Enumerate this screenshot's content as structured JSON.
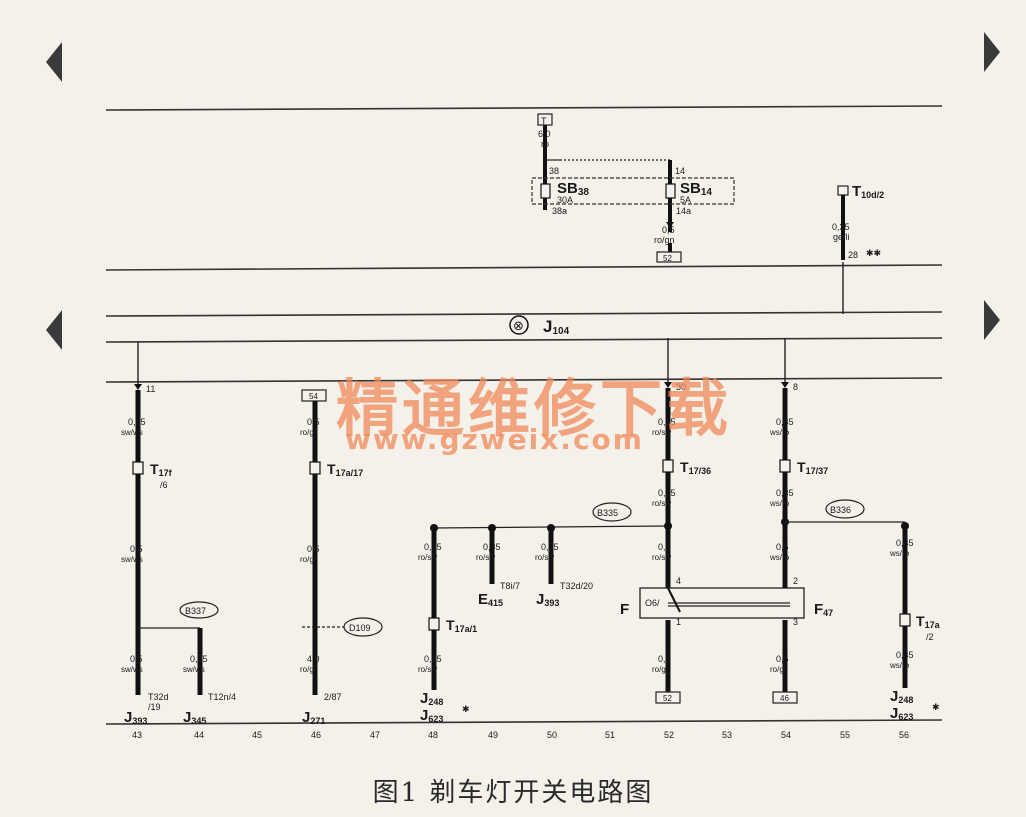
{
  "caption": "图1 剃车灯开关电路图",
  "watermark": {
    "cn": "精通维修下载",
    "url": "www.gzweix.com"
  },
  "ecu": {
    "symbol": "⊗",
    "name": "J",
    "sub": "104"
  },
  "top": {
    "feed_term": "T",
    "feed_size": "6,0",
    "feed_color": "ro",
    "pin38": "38",
    "pin14": "14",
    "sb38_name": "SB",
    "sb38_sub": "38",
    "sb38_amp": "30A",
    "sb38_out": "38a",
    "sb14_name": "SB",
    "sb14_sub": "14",
    "sb14_amp": "5A",
    "sb14_out": "14a",
    "sb14_wire_size": "0,5",
    "sb14_wire_color": "ro/gn",
    "sb14_dest": "52",
    "t10d_name": "T",
    "t10d_sub": "10d/2",
    "t10d_size": "0,35",
    "t10d_color": "ge/li",
    "t10d_pin": "28",
    "t10d_mark": "✱✱"
  },
  "columns": {
    "c43": {
      "pin": "11",
      "w1_size": "0,35",
      "w1_color": "sw/ws",
      "conn": "T",
      "conn_sub": "17f",
      "conn_sub2": "/6",
      "w2_size": "0,5",
      "w2_color": "sw/ws",
      "w3_size": "0,5",
      "w3_color": "sw/ws",
      "term": "T32d",
      "term2": "/19",
      "comp": "J",
      "comp_sub": "393"
    },
    "c44": {
      "node": "B337",
      "w_size": "0,35",
      "w_color": "sw/ws",
      "term": "T12n/4",
      "comp": "J",
      "comp_sub": "345"
    },
    "c46": {
      "box": "54",
      "w1_size": "0,5",
      "w1_color": "ro/gr",
      "conn": "T",
      "conn_sub": "17a/17",
      "w2_size": "0,5",
      "w2_color": "ro/gr",
      "node": "D109",
      "w3_size": "4,0",
      "w3_color": "ro/gr",
      "term": "2/87",
      "comp": "J",
      "comp_sub": "271"
    },
    "c48": {
      "w1_size": "0,35",
      "w1_color": "ro/sw",
      "conn": "T",
      "conn_sub": "17a/1",
      "w2_size": "0,35",
      "w2_color": "ro/sw",
      "comp1": "J",
      "comp1_sub": "248",
      "comp2": "J",
      "comp2_sub": "623",
      "mark": "✱"
    },
    "c49": {
      "w_size": "0,35",
      "w_color": "ro/sw",
      "term": "T8i/7",
      "comp": "E",
      "comp_sub": "415"
    },
    "c50": {
      "w_size": "0,35",
      "w_color": "ro/sw",
      "term": "T32d/20",
      "comp": "J",
      "comp_sub": "393"
    },
    "c52": {
      "pin": "30",
      "w1_size": "0,35",
      "w1_color": "ro/sw",
      "conn": "T",
      "conn_sub": "17/36",
      "node": "B335",
      "w2_size": "0,35",
      "w2_color": "ro/sw",
      "w3_size": "0,5",
      "w3_color": "ro/sw",
      "pin4": "4",
      "pin1": "1",
      "w4_size": "0,5",
      "w4_color": "ro/gr",
      "box": "52"
    },
    "c54": {
      "pin": "8",
      "w1_size": "0,35",
      "w1_color": "ws/ro",
      "conn": "T",
      "conn_sub": "17/37",
      "w2_size": "0,35",
      "w2_color": "ws/ro",
      "w3_size": "0,5",
      "w3_color": "ws/ro",
      "pin2": "2",
      "pin3": "3",
      "w4_size": "0,5",
      "w4_color": "ro/gr",
      "box": "46"
    },
    "c56": {
      "node": "B336",
      "w1_size": "0,35",
      "w1_color": "ws/ro",
      "conn": "T",
      "conn_sub": "17a",
      "conn_sub2": "/2",
      "w2_size": "0,35",
      "w2_color": "ws/ro",
      "comp1": "J",
      "comp1_sub": "248",
      "comp2": "J",
      "comp2_sub": "623",
      "mark": "✱"
    }
  },
  "switch": {
    "left": "F",
    "right": "F",
    "right_sub": "47",
    "inner": "O6/"
  },
  "grid": [
    "43",
    "44",
    "45",
    "46",
    "47",
    "48",
    "49",
    "50",
    "51",
    "52",
    "53",
    "54",
    "55",
    "56"
  ]
}
